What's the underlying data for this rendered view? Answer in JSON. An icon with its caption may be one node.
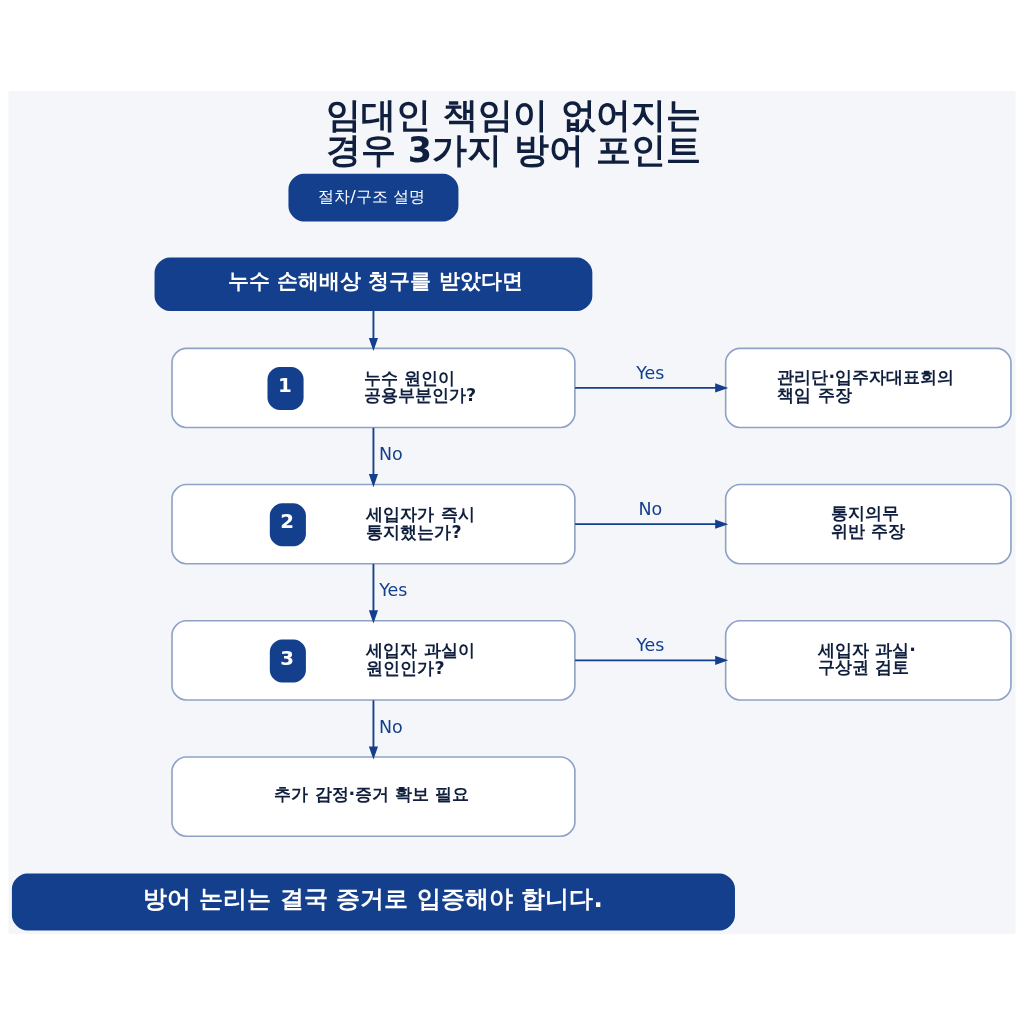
{
  "diagram": {
    "title": "임대인 책임이 없어지는 경우 3가지 방어 포인트",
    "nodes": [
      {
        "text": [
          "절차/구조 설명"
        ]
      },
      {
        "text": [
          "누수 손해배상 청구를 받았다면"
        ]
      },
      {
        "text": [
          "1",
          "누수 원인이 공용부분인가?"
        ]
      },
      {
        "text": [
          "관리단·입주자대표회의 책임 주장"
        ]
      },
      {
        "text": [
          "2",
          "세입자가 즉시 통지했는가?"
        ]
      },
      {
        "text": [
          "통지의무 위반 주장"
        ]
      },
      {
        "text": [
          "3",
          "세입자 과실이 원인인가?"
        ]
      },
      {
        "text": [
          "세입자 과실· 구상권 검토"
        ]
      },
      {
        "text": [
          "추가 감정·증거 확보 필요"
        ]
      },
      {
        "text": [
          "방어 논리는 결국 증거로 입증해야 합니다."
        ]
      }
    ],
    "edges": [
      {
        "from": 1,
        "to": 2,
        "arrow": "to"
      },
      {
        "from": 2,
        "to": 3,
        "arrow": "to",
        "label": "Yes"
      },
      {
        "from": 2,
        "to": 4,
        "arrow": "to",
        "label": "No"
      },
      {
        "from": 4,
        "to": 5,
        "arrow": "to",
        "label": "No"
      },
      {
        "from": 4,
        "to": 6,
        "arrow": "to",
        "label": "Yes"
      },
      {
        "from": 6,
        "to": 7,
        "arrow": "to",
        "label": "Yes"
      },
      {
        "from": 6,
        "to": 8,
        "arrow": "to",
        "label": "No"
      }
    ]
  }
}
